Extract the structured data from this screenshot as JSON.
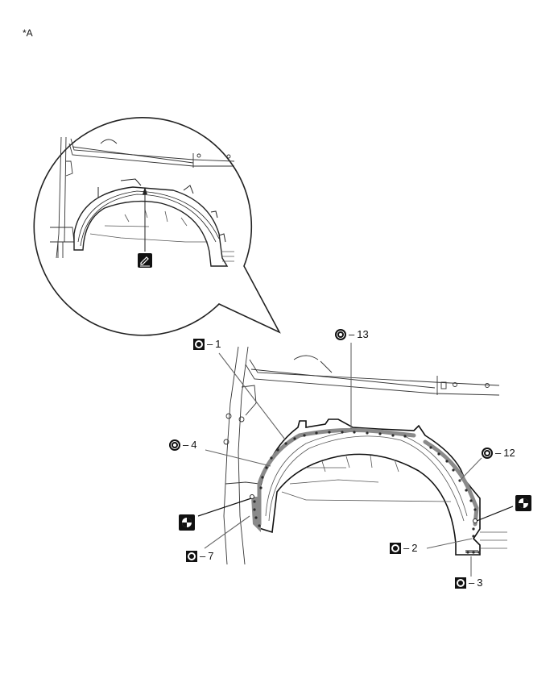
{
  "figure": {
    "label": "*A",
    "type": "body-repair-illustration",
    "subject": "rear wheel house outer panel spot-weld locations"
  },
  "detail_view": {
    "shape": "speech-bubble-circle",
    "icon": "sealer-pen-icon",
    "note": "apply sealer along top of wheel arch"
  },
  "callouts": [
    {
      "id": "c1",
      "icon": "square-weld-icon",
      "number": "1"
    },
    {
      "id": "c13",
      "icon": "round-weld-icon",
      "number": "13"
    },
    {
      "id": "c4",
      "icon": "round-weld-icon",
      "number": "4"
    },
    {
      "id": "c12",
      "icon": "round-weld-icon",
      "number": "12"
    },
    {
      "id": "c7",
      "icon": "square-weld-icon",
      "number": "7"
    },
    {
      "id": "c2",
      "icon": "square-weld-icon",
      "number": "2"
    },
    {
      "id": "c3",
      "icon": "square-weld-icon",
      "number": "3"
    }
  ],
  "reference_marks": [
    {
      "id": "ref-left",
      "icon": "reference-point-icon"
    },
    {
      "id": "ref-right",
      "icon": "reference-point-icon"
    }
  ],
  "dash": "–",
  "colors": {
    "line": "#222222",
    "weld_band": "#8a8a8a",
    "weld_dot": "#2a2a2a",
    "background": "#ffffff"
  }
}
